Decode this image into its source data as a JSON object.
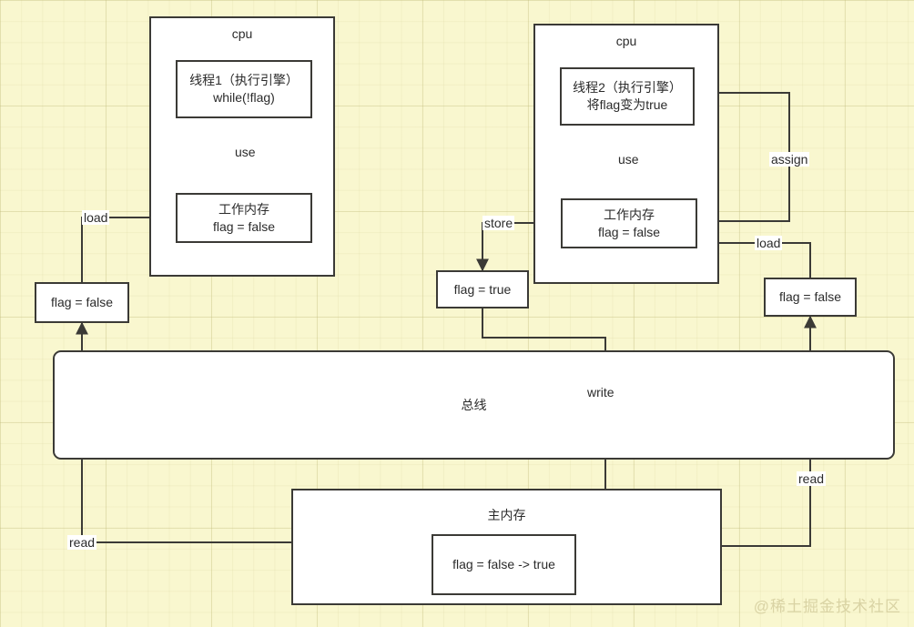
{
  "diagram": {
    "title": "Java Memory Model volatile visibility diagram",
    "background_color": "#f9f7cf",
    "line_color": "#3b3a36",
    "box_fill": "#ffffff"
  },
  "cpu_left": {
    "title": "cpu",
    "thread_box": "线程1（执行引擎）\nwhile(!flag)",
    "use_label": "use",
    "working_memory": "工作内存\nflag = false"
  },
  "cpu_right": {
    "title": "cpu",
    "thread_box": "线程2（执行引擎）\n将flag变为true",
    "use_label": "use",
    "working_memory": "工作内存\nflag = false"
  },
  "cache_boxes": {
    "left_flag": "flag = false",
    "middle_flag": "flag = true",
    "right_flag": "flag = false"
  },
  "bus": {
    "label": "总线"
  },
  "main_memory": {
    "title": "主内存",
    "value_box": "flag = false -> true"
  },
  "edges": {
    "load_left": "load",
    "read_left": "read",
    "store": "store",
    "write": "write",
    "assign": "assign",
    "load_right": "load",
    "read_right": "read"
  },
  "watermark": "@稀土掘金技术社区"
}
